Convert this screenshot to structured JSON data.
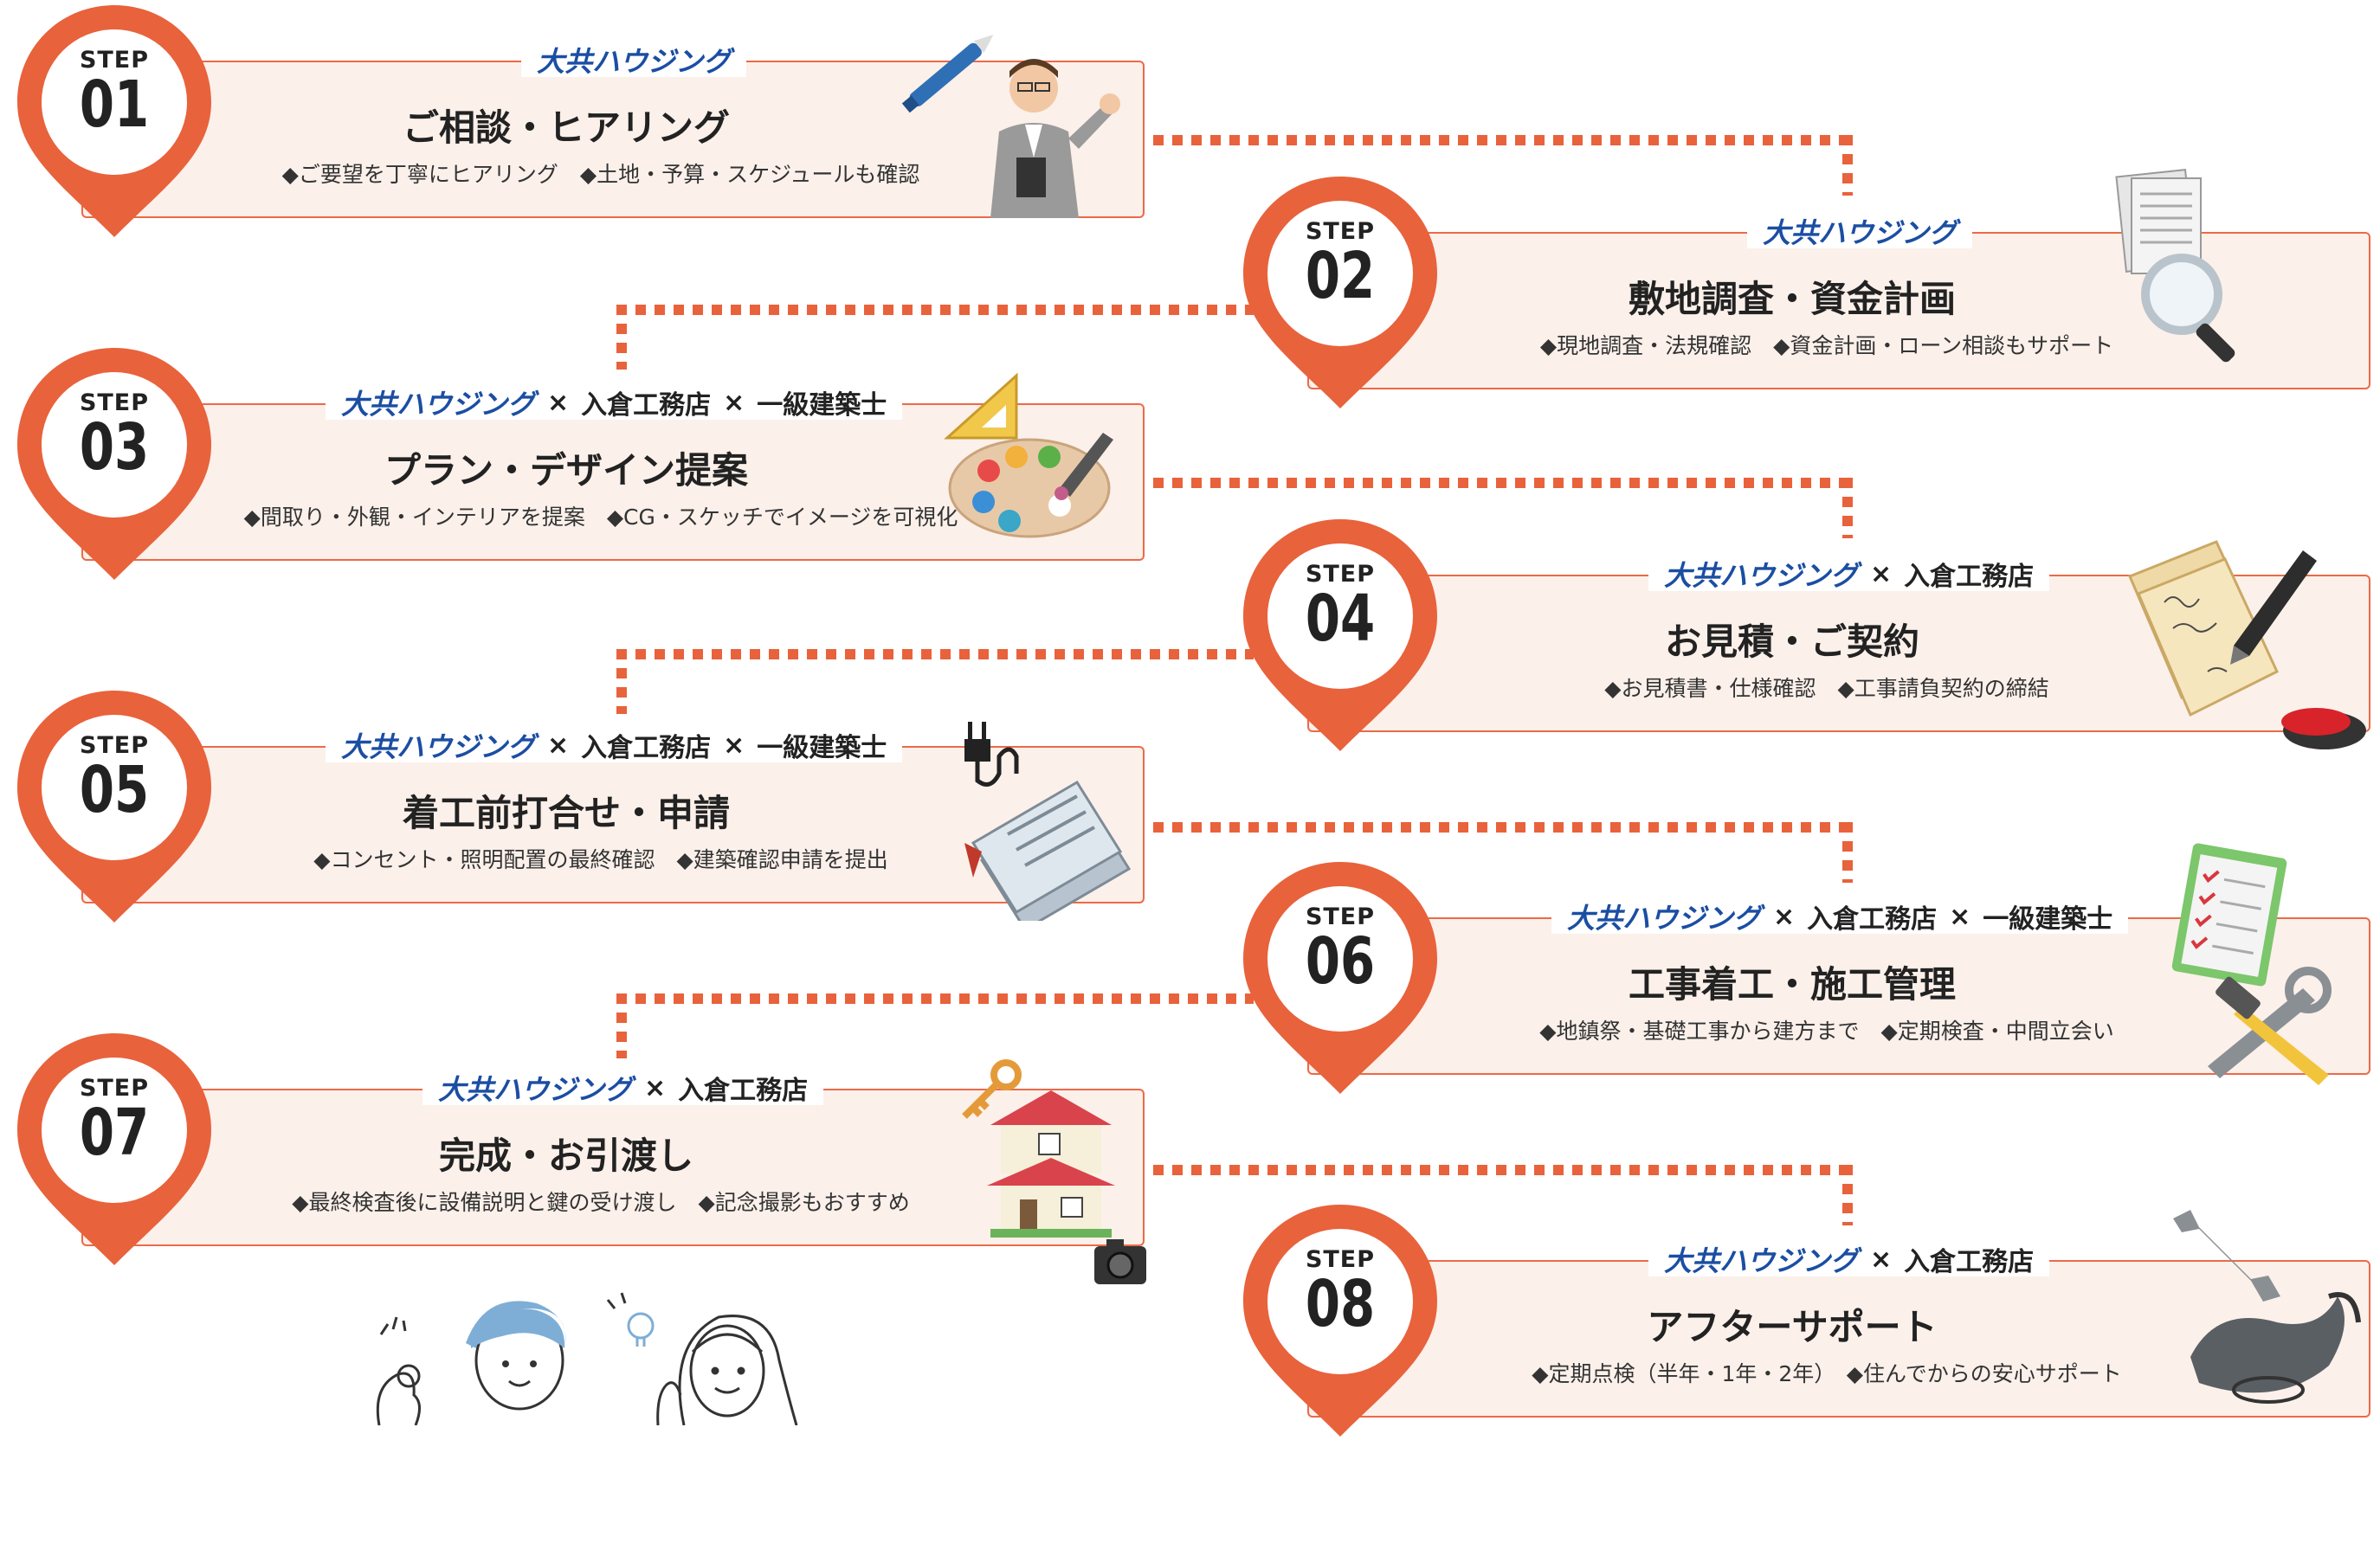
{
  "steps": [
    {
      "label": "STEP",
      "num": "01",
      "partners": [
        "大共ハウジング"
      ],
      "title": "ご相談・ヒアリング",
      "desc": "◆ご要望を丁寧にヒアリング　◆土地・予算・スケジュールも確認",
      "icon": "consultant-with-pen-icon"
    },
    {
      "label": "STEP",
      "num": "02",
      "partners": [
        "大共ハウジング"
      ],
      "title": "敷地調査・資金計画",
      "desc": "◆現地調査・法規確認　◆資金計画・ローン相談もサポート",
      "icon": "documents-magnifier-icon"
    },
    {
      "label": "STEP",
      "num": "03",
      "partners": [
        "大共ハウジング",
        "入倉工務店",
        "一級建築士"
      ],
      "title": "プラン・デザイン提案",
      "desc": "◆間取り・外観・インテリアを提案　◆CG・スケッチでイメージを可視化",
      "icon": "palette-triangle-ruler-icon"
    },
    {
      "label": "STEP",
      "num": "04",
      "partners": [
        "大共ハウジング",
        "入倉工務店"
      ],
      "title": "お見積・ご契約",
      "desc": "◆お見積書・仕様確認　◆工事請負契約の締結",
      "icon": "contract-pen-seal-icon"
    },
    {
      "label": "STEP",
      "num": "05",
      "partners": [
        "大共ハウジング",
        "入倉工務店",
        "一級建築士"
      ],
      "title": "着工前打合せ・申請",
      "desc": "◆コンセント・照明配置の最終確認　◆建築確認申請を提出",
      "icon": "plug-documents-icon"
    },
    {
      "label": "STEP",
      "num": "06",
      "partners": [
        "大共ハウジング",
        "入倉工務店",
        "一級建築士"
      ],
      "title": "工事着工・施工管理",
      "desc": "◆地鎮祭・基礎工事から建方まで　◆定期検査・中間立会い",
      "icon": "checklist-tools-icon"
    },
    {
      "label": "STEP",
      "num": "07",
      "partners": [
        "大共ハウジング",
        "入倉工務店"
      ],
      "title": "完成・お引渡し",
      "desc": "◆最終検査後に設備説明と鍵の受け渡し　◆記念撮影もおすすめ",
      "icon": "house-key-camera-icon"
    },
    {
      "label": "STEP",
      "num": "08",
      "partners": [
        "大共ハウジング",
        "入倉工務店"
      ],
      "title": "アフターサポート",
      "desc": "◆定期点検（半年・1年・2年）　◆住んでからの安心サポート",
      "icon": "wrench-telephone-icon"
    }
  ],
  "colors": {
    "accent": "#e8623c",
    "card": "#fbf0ea",
    "brand": "#1b4ea3"
  }
}
